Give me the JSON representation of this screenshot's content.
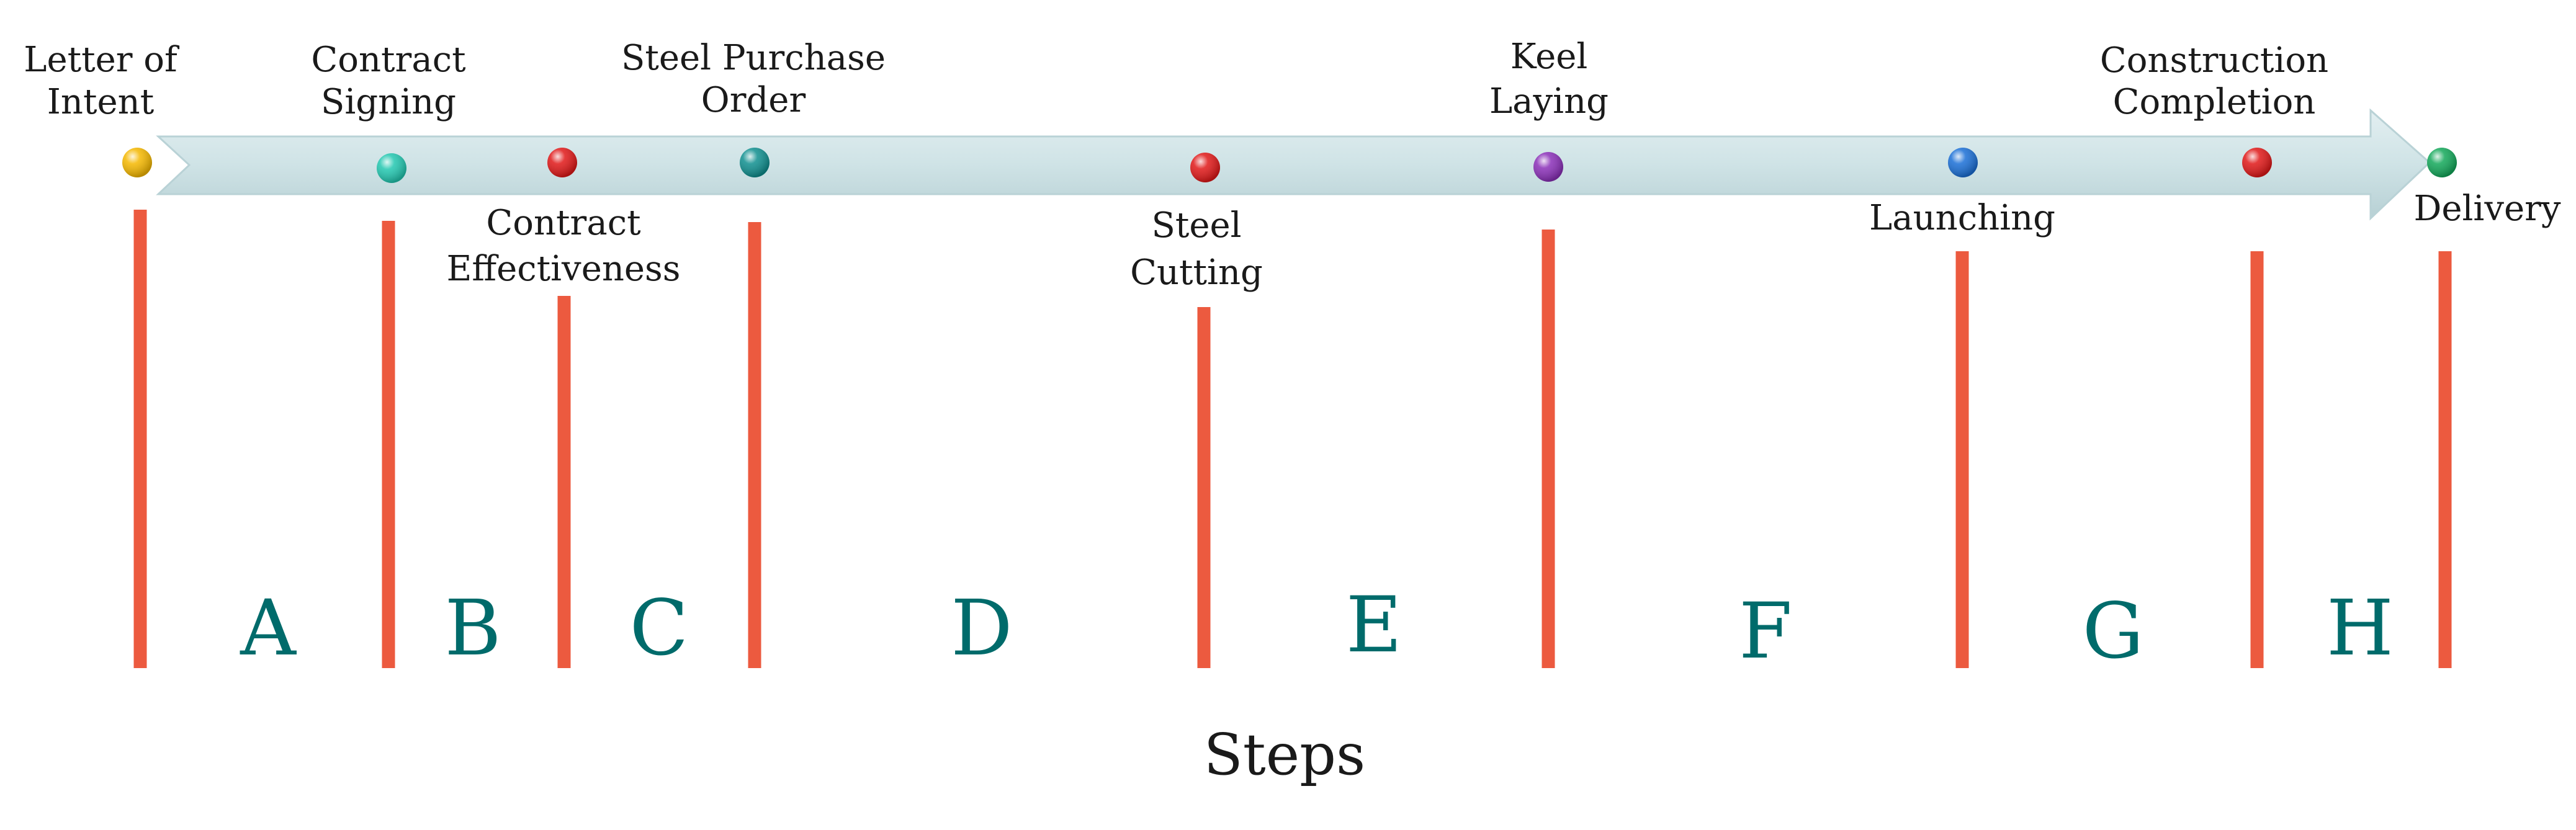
{
  "milestones": [
    {
      "line1": "Letter of",
      "line2": "Intent",
      "dot_color": "#f5b800"
    },
    {
      "line1": "Contract",
      "line2": "Signing",
      "dot_color": "#22c7b0"
    },
    {
      "line1": "Contract",
      "line2": "Effectiveness",
      "dot_color": "#e01818"
    },
    {
      "line1": "Steel Purchase",
      "line2": "Order",
      "dot_color": "#0f8f8f"
    },
    {
      "line1": "Steel",
      "line2": "Cutting",
      "dot_color": "#e01818"
    },
    {
      "line1": "Keel",
      "line2": "Laying",
      "dot_color": "#8a2fb8"
    },
    {
      "line1": "Launching",
      "line2": "",
      "dot_color": "#1a6fd6"
    },
    {
      "line1": "Construction",
      "line2": "Completion",
      "dot_color": "#e01818"
    },
    {
      "line1": "Delivery",
      "line2": "",
      "dot_color": "#13a85a"
    }
  ],
  "steps": [
    "A",
    "B",
    "C",
    "D",
    "E",
    "F",
    "G",
    "H"
  ],
  "axis_caption": "Steps",
  "colors": {
    "arrow_fill": "#cfe3e6",
    "arrow_stroke": "#b9d2d6",
    "divider": "#ec5a3f",
    "step_letter": "#006b6b",
    "label_text": "#1a1a1a"
  }
}
